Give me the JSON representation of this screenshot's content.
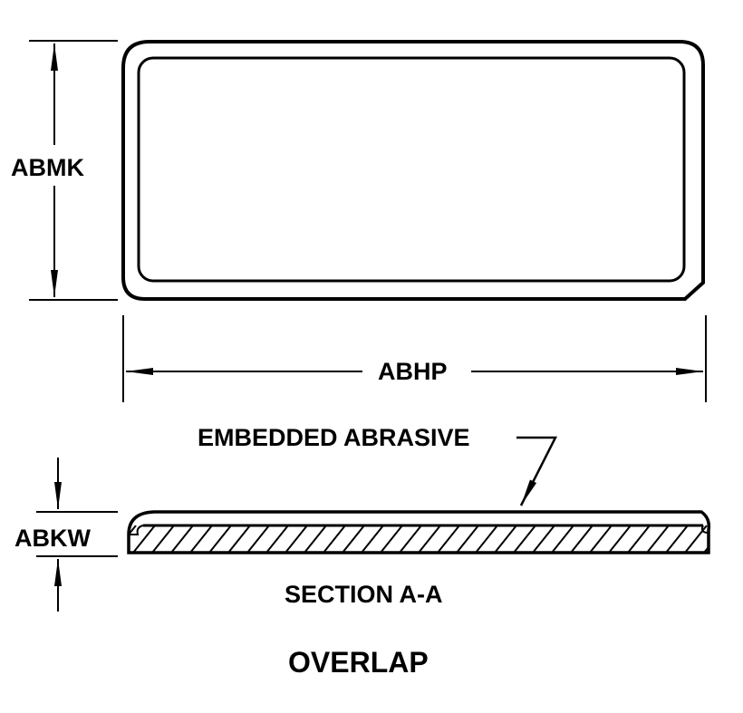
{
  "labels": {
    "height_dim": "ABMK",
    "width_dim": "ABHP",
    "thickness_dim": "ABKW",
    "callout": "EMBEDDED ABRASIVE",
    "section": "SECTION A-A",
    "title": "OVERLAP"
  },
  "colors": {
    "line": "#000000",
    "background": "#ffffff"
  }
}
